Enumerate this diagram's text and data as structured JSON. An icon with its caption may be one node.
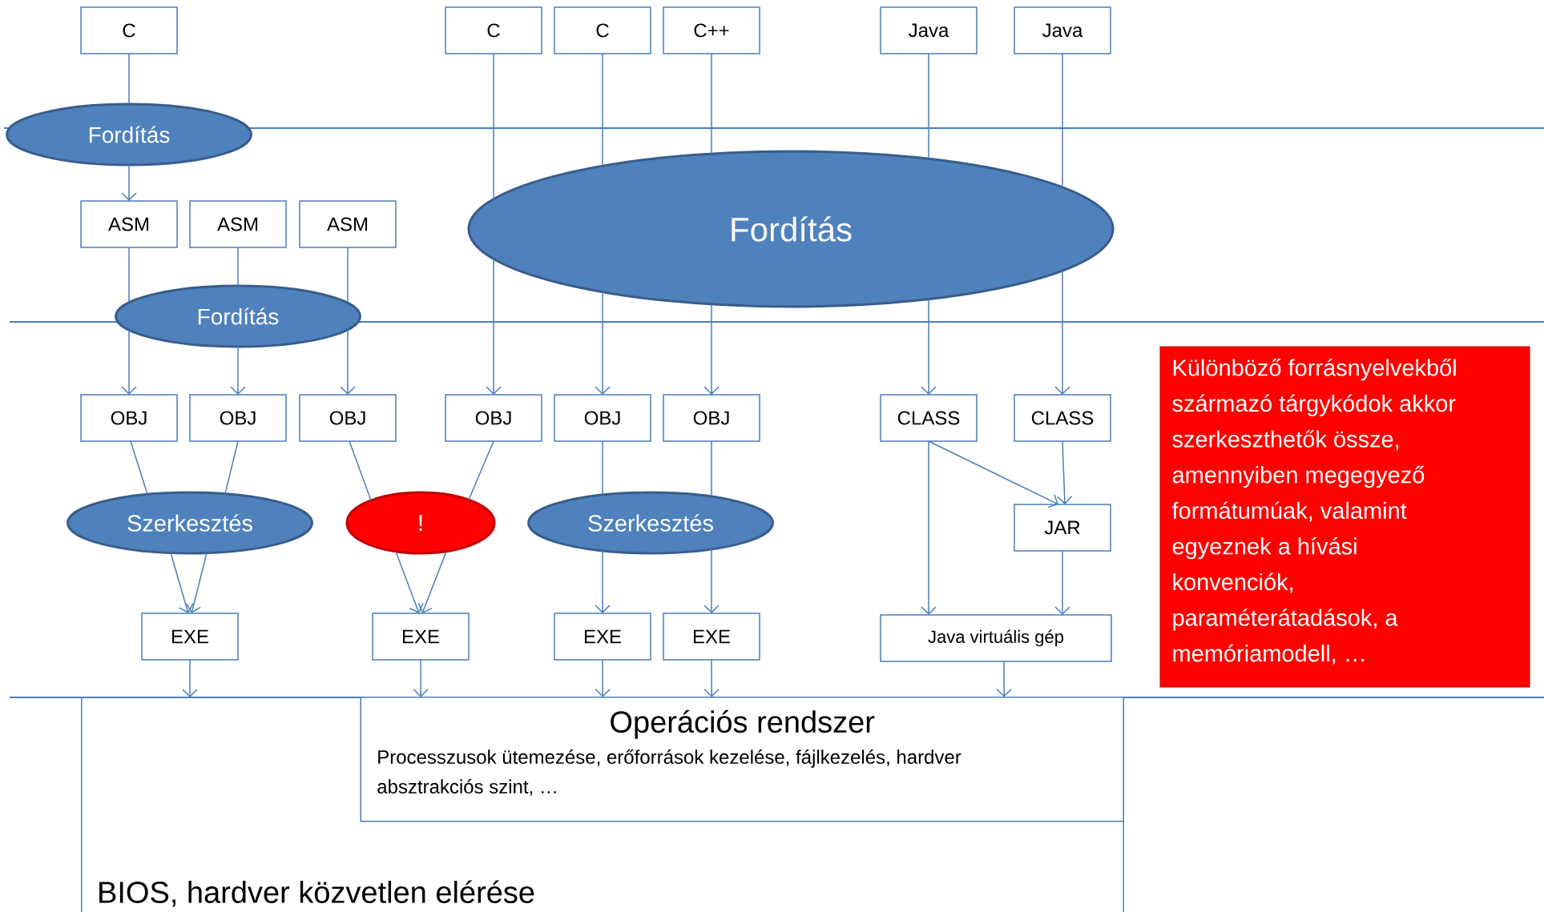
{
  "diagram": {
    "nodes": [
      {
        "text": [
          "C"
        ]
      },
      {
        "text": [
          "C"
        ]
      },
      {
        "text": [
          "C"
        ]
      },
      {
        "text": [
          "C++"
        ]
      },
      {
        "text": [
          "Java"
        ]
      },
      {
        "text": [
          "Java"
        ]
      },
      {
        "text": [
          "Fordítás"
        ]
      },
      {
        "text": [
          "ASM"
        ]
      },
      {
        "text": [
          "ASM"
        ]
      },
      {
        "text": [
          "ASM"
        ]
      },
      {
        "text": [
          "Fordítás"
        ]
      },
      {
        "text": [
          "Fordítás"
        ]
      },
      {
        "text": [
          "OBJ"
        ]
      },
      {
        "text": [
          "OBJ"
        ]
      },
      {
        "text": [
          "OBJ"
        ]
      },
      {
        "text": [
          "OBJ"
        ]
      },
      {
        "text": [
          "OBJ"
        ]
      },
      {
        "text": [
          "OBJ"
        ]
      },
      {
        "text": [
          "CLASS"
        ]
      },
      {
        "text": [
          "CLASS"
        ]
      },
      {
        "text": [
          "Különböző forrásnyelvekből származó tárgykódok akkor szerkeszthetők össze, amennyiben megegyező formátumúak, valamint egyeznek a hívási konvenciók, paraméterátadások, a memóriamodell, …"
        ]
      },
      {
        "text": [
          "Szerkesztés"
        ]
      },
      {
        "text": [
          "!"
        ]
      },
      {
        "text": [
          "Szerkesztés"
        ]
      },
      {
        "text": [
          "JAR"
        ]
      },
      {
        "text": [
          "EXE"
        ]
      },
      {
        "text": [
          "EXE"
        ]
      },
      {
        "text": [
          "EXE"
        ]
      },
      {
        "text": [
          "EXE"
        ]
      },
      {
        "text": [
          "Java virtuális gép"
        ]
      },
      {
        "text": [
          "BIOS, hardver közvetlen elérése"
        ]
      },
      {
        "text": [
          "Operációs rendszer",
          "Processzusok ütemezése, erőforrások kezelése, fájlkezelés, hardver absztrakciós szint, …"
        ],
        "in": 30
      }
    ],
    "edges": [
      {
        "from": 0,
        "to": 6,
        "arrow": "none"
      },
      {
        "from": 6,
        "to": 7,
        "arrow": "to"
      },
      {
        "from": 7,
        "to": 11,
        "arrow": "none"
      },
      {
        "from": 8,
        "to": 11,
        "arrow": "none"
      },
      {
        "from": 9,
        "to": 11,
        "arrow": "none"
      },
      {
        "from": 11,
        "to": 12,
        "arrow": "to"
      },
      {
        "from": 11,
        "to": 13,
        "arrow": "to"
      },
      {
        "from": 11,
        "to": 14,
        "arrow": "to"
      },
      {
        "from": 1,
        "to": 10,
        "arrow": "none"
      },
      {
        "from": 2,
        "to": 10,
        "arrow": "none"
      },
      {
        "from": 3,
        "to": 10,
        "arrow": "none"
      },
      {
        "from": 4,
        "to": 10,
        "arrow": "none"
      },
      {
        "from": 5,
        "to": 10,
        "arrow": "none"
      },
      {
        "from": 10,
        "to": 15,
        "arrow": "to"
      },
      {
        "from": 10,
        "to": 16,
        "arrow": "to"
      },
      {
        "from": 10,
        "to": 17,
        "arrow": "to"
      },
      {
        "from": 10,
        "to": 18,
        "arrow": "to"
      },
      {
        "from": 10,
        "to": 19,
        "arrow": "to"
      },
      {
        "from": 12,
        "to": 21,
        "arrow": "none"
      },
      {
        "from": 13,
        "to": 21,
        "arrow": "none"
      },
      {
        "from": 14,
        "to": 22,
        "arrow": "none"
      },
      {
        "from": 15,
        "to": 22,
        "arrow": "none"
      },
      {
        "from": 16,
        "to": 23,
        "arrow": "none"
      },
      {
        "from": 17,
        "to": 23,
        "arrow": "none"
      },
      {
        "from": 21,
        "to": 25,
        "arrow": "to"
      },
      {
        "from": 21,
        "to": 25,
        "arrow": "to"
      },
      {
        "from": 22,
        "to": 26,
        "arrow": "to"
      },
      {
        "from": 22,
        "to": 26,
        "arrow": "to"
      },
      {
        "from": 23,
        "to": 27,
        "arrow": "to"
      },
      {
        "from": 23,
        "to": 28,
        "arrow": "to"
      },
      {
        "from": 18,
        "to": 24,
        "arrow": "to"
      },
      {
        "from": 19,
        "to": 24,
        "arrow": "to"
      },
      {
        "from": 18,
        "to": 29,
        "arrow": "to"
      },
      {
        "from": 24,
        "to": 29,
        "arrow": "to"
      },
      {
        "from": 25,
        "to": 30,
        "arrow": "to"
      },
      {
        "from": 26,
        "to": 31,
        "arrow": "to"
      },
      {
        "from": 27,
        "to": 31,
        "arrow": "to"
      },
      {
        "from": 28,
        "to": 31,
        "arrow": "to"
      },
      {
        "from": 29,
        "to": 31,
        "arrow": "to"
      }
    ]
  }
}
